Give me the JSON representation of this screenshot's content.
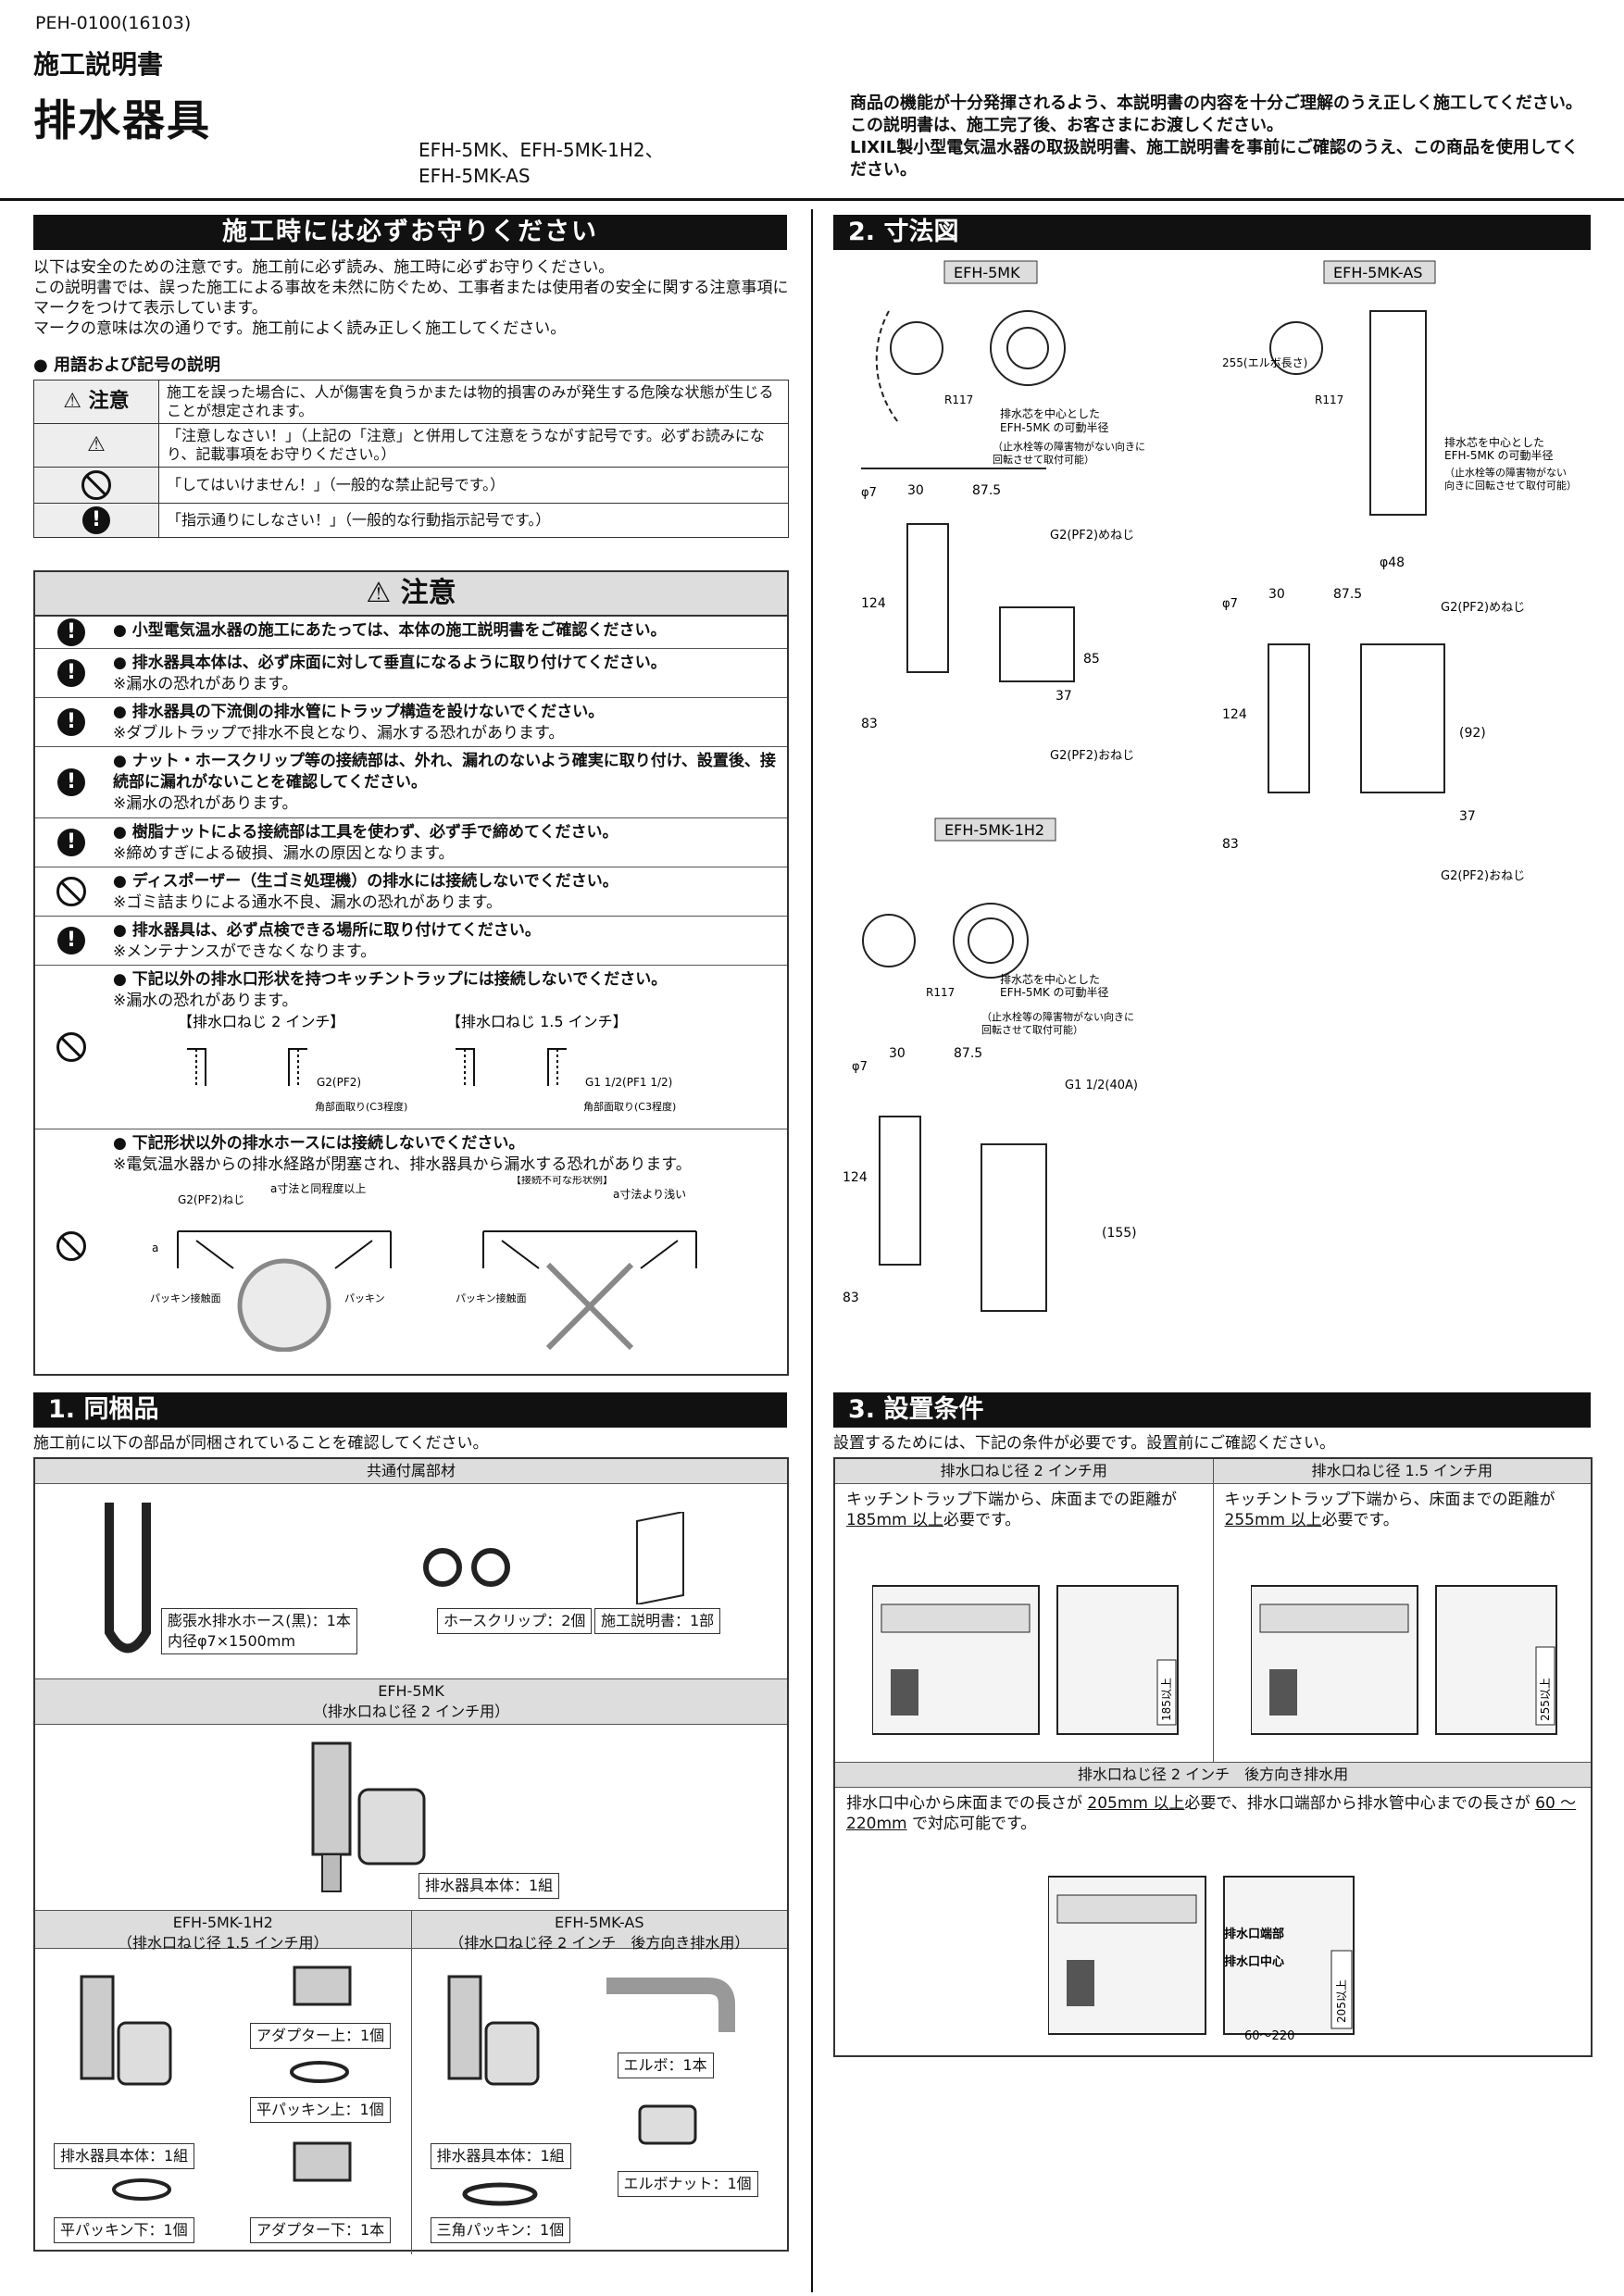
{
  "header": {
    "doc_code": "PEH-0100(16103)",
    "doc_type": "施工説明書",
    "title": "排水器具",
    "models_line1": "EFH-5MK、EFH-5MK-1H2、",
    "models_line2": "EFH-5MK-AS",
    "intro": [
      "商品の機能が十分発揮されるよう、本説明書の内容を十分ご理解のうえ正しく施工してください。",
      "この説明書は、施工完了後、お客さまにお渡しください。",
      "LIXIL製小型電気温水器の取扱説明書、施工説明書を事前にご確認のうえ、この商品を使用してください。"
    ]
  },
  "safety": {
    "title": "施工時には必ずお守りください",
    "intro": [
      "以下は安全のための注意です。施工前に必ず読み、施工時に必ずお守りください。",
      "この説明書では、誤った施工による事故を未然に防ぐため、工事者または使用者の安全に関する注意事項にマークをつけて表示しています。",
      "マークの意味は次の通りです。施工前によく読み正しく施工してください。"
    ],
    "legend_title": "● 用語および記号の説明",
    "legend": [
      {
        "symbol": "⚠ 注意",
        "text": "施工を誤った場合に、人が傷害を負うかまたは物的損害のみが発生する危険な状態が生じることが想定されます。"
      },
      {
        "symbol": "⚠",
        "text": "「注意しなさい！」（上記の「注意」と併用して注意をうながす記号です。必ずお読みになり、記載事項をお守りください。）"
      },
      {
        "symbol": "prohibit",
        "text": "「してはいけません！」（一般的な禁止記号です。）"
      },
      {
        "symbol": "must",
        "text": "「指示通りにしなさい！」（一般的な行動指示記号です。）"
      }
    ],
    "caution_title": "⚠ 注意",
    "cautions": [
      {
        "icon": "must",
        "main": "● 小型電気温水器の施工にあたっては、本体の施工説明書をご確認ください。",
        "note": ""
      },
      {
        "icon": "must",
        "main": "● 排水器具本体は、必ず床面に対して垂直になるように取り付けてください。",
        "note": "※漏水の恐れがあります。"
      },
      {
        "icon": "must",
        "main": "● 排水器具の下流側の排水管にトラップ構造を設けないでください。",
        "note": "※ダブルトラップで排水不良となり、漏水する恐れがあります。"
      },
      {
        "icon": "must",
        "main": "● ナット・ホースクリップ等の接続部は、外れ、漏れのないよう確実に取り付け、設置後、接続部に漏れがないことを確認してください。",
        "note": "※漏水の恐れがあります。"
      },
      {
        "icon": "must",
        "main": "● 樹脂ナットによる接続部は工具を使わず、必ず手で締めてください。",
        "note": "※締めすぎによる破損、漏水の原因となります。"
      },
      {
        "icon": "prohibit",
        "main": "● ディスポーザー（生ゴミ処理機）の排水には接続しないでください。",
        "note": "※ゴミ詰まりによる通水不良、漏水の恐れがあります。"
      },
      {
        "icon": "must",
        "main": "● 排水器具は、必ず点検できる場所に取り付けてください。",
        "note": "※メンテナンスができなくなります。"
      },
      {
        "icon": "prohibit",
        "main": "● 下記以外の排水口形状を持つキッチントラップには接続しないでください。",
        "note": "※漏水の恐れがあります。"
      },
      {
        "icon": "prohibit",
        "main": "● 下記形状以外の排水ホースには接続しないでください。",
        "note": "※電気温水器からの排水経路が閉塞され、排水器具から漏水する恐れがあります。"
      }
    ],
    "thread_labels": {
      "a": "【排水口ねじ 2 インチ】",
      "b": "【排水口ねじ 1.5 インチ】",
      "a_spec": "G2(PF2)",
      "b_spec": "G1 1/2(PF1 1/2)",
      "chamfer": "角部面取り(C3程度)"
    },
    "hose_labels": {
      "thread": "G2(PF2)ねじ",
      "dim_a": "a寸法と同程度以上",
      "bad": "【接続不可な形状例】",
      "dim_b": "a寸法より浅い",
      "a": "a",
      "seal": "パッキン接触面",
      "packing": "パッキン"
    }
  },
  "section1": {
    "title": "1. 同梱品",
    "intro": "施工前に以下の部品が同梱されていることを確認してください。",
    "common_head": "共通付属部材",
    "hose_label": [
      "膨張水排水ホース(黒)：1本",
      "内径φ7×1500mm"
    ],
    "clip_label": "ホースクリップ：2個",
    "manual_label": "施工説明書：1部",
    "mk_head": [
      "EFH-5MK",
      "（排水口ねじ径 2 インチ用）"
    ],
    "mk_body": "排水器具本体：1組",
    "h2_head": [
      "EFH-5MK-1H2",
      "（排水口ねじ径 1.5 インチ用）"
    ],
    "as_head": [
      "EFH-5MK-AS",
      "（排水口ねじ径 2 インチ　後方向き排水用）"
    ],
    "h2_items": [
      "アダプター上：1個",
      "平パッキン上：1個",
      "排水器具本体：1組",
      "平パッキン下：1個",
      "アダプター下：1本"
    ],
    "as_items": [
      "エルボ：1本",
      "排水器具本体：1組",
      "エルボナット：1個",
      "三角パッキン：1個"
    ]
  },
  "section2": {
    "title": "2. 寸法図",
    "tags": [
      "EFH-5MK",
      "EFH-5MK-AS",
      "EFH-5MK-1H2"
    ],
    "notes": {
      "r": "R117",
      "swing1": [
        "排水芯を中心とした",
        "EFH-5MK の可動半径"
      ],
      "swing2": [
        "（止水栓等の障害物がない向きに",
        "回転させて取付可能）"
      ],
      "swing_as": [
        "排水芯を中心とした",
        "EFH-5MK の可動半径",
        "（止水栓等の障害物がない",
        "向きに回転させて取付可能）"
      ],
      "d7": "φ7",
      "d30": "30",
      "d875": "87.5",
      "d124": "124",
      "d83": "83",
      "d37": "37",
      "d85": "85",
      "d92": "(92)",
      "d155": "(155)",
      "g2f": "G2(PF2)めねじ",
      "g2m": "G2(PF2)おねじ",
      "g15": "G1 1/2(40A)",
      "d48": "φ48",
      "as255": "255(エルボ長さ)"
    }
  },
  "section3": {
    "title": "3. 設置条件",
    "intro": "設置するためには、下記の条件が必要です。設置前にご確認ください。",
    "col1_head": "排水口ねじ径 2 インチ用",
    "col2_head": "排水口ねじ径 1.5 インチ用",
    "col1_text_a": "キッチントラップ下端から、床面までの距離が",
    "col1_text_b": "185mm 以上",
    "col1_text_c": "必要です。",
    "col2_text_a": "キッチントラップ下端から、床面までの距離が",
    "col2_text_b": "255mm 以上",
    "col2_text_c": "必要です。",
    "dim1": "185以上",
    "dim2": "255以上",
    "back_head": "排水口ねじ径 2 インチ　後方向き排水用",
    "back_text_a": "排水口中心から床面までの長さが ",
    "back_text_b": "205mm 以上",
    "back_text_c": "必要で、排水口端部から排水管中心までの長さが ",
    "back_text_d": "60 ～ 220mm",
    "back_text_e": " で対応可能です。",
    "lbl_end": "排水口端部",
    "lbl_center": "排水口中心",
    "dim205": "205以上",
    "dim60": "60～220"
  }
}
